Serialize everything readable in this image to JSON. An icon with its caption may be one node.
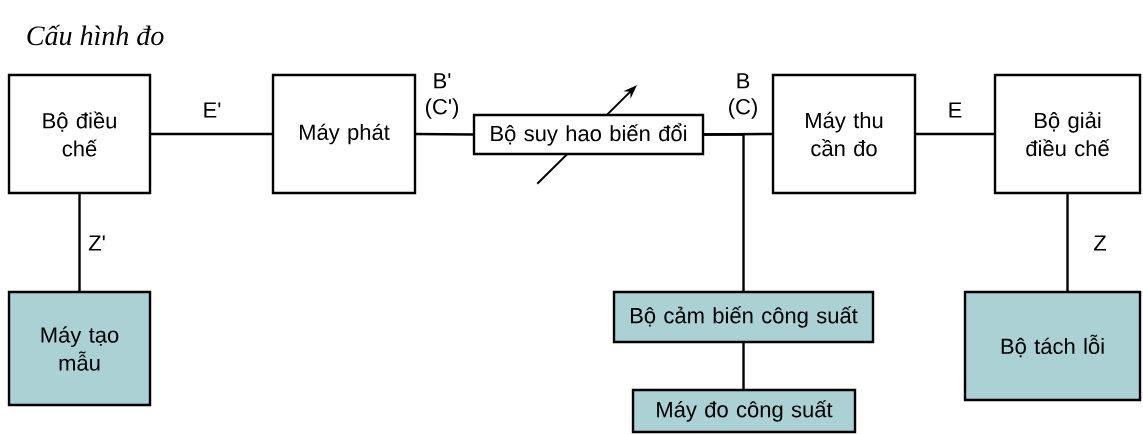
{
  "diagram": {
    "title": "Cấu hình đo",
    "nodes": [
      {
        "text": [
          "Bộ điều chế"
        ]
      },
      {
        "text": [
          "Máy phát"
        ]
      },
      {
        "text": [
          "Bộ suy hao biến đổi"
        ]
      },
      {
        "text": [
          "Máy thu cần đo"
        ]
      },
      {
        "text": [
          "Bộ giải điều chế"
        ]
      },
      {
        "text": [
          "Máy tạo mẫu"
        ]
      },
      {
        "text": [
          "Bộ cảm biến công suất"
        ]
      },
      {
        "text": [
          "Máy đo công suất"
        ]
      },
      {
        "text": [
          "Bộ tách lỗi"
        ]
      }
    ],
    "edges": [
      {
        "from": 0,
        "to": 1,
        "arrow": "none",
        "label": "E'"
      },
      {
        "from": 1,
        "to": 2,
        "arrow": "none"
      },
      {
        "from": 2,
        "to": 3,
        "arrow": "none"
      },
      {
        "from": 2,
        "to": 6,
        "arrow": "none"
      },
      {
        "from": 3,
        "to": 4,
        "arrow": "none",
        "label": "E"
      },
      {
        "from": 0,
        "to": 5,
        "arrow": "none",
        "label": "Z'"
      },
      {
        "from": 6,
        "to": 7,
        "arrow": "none"
      },
      {
        "from": 4,
        "to": 8,
        "arrow": "none",
        "label": "Z"
      }
    ],
    "labels": [
      "B' (C')",
      "B (C)"
    ]
  }
}
